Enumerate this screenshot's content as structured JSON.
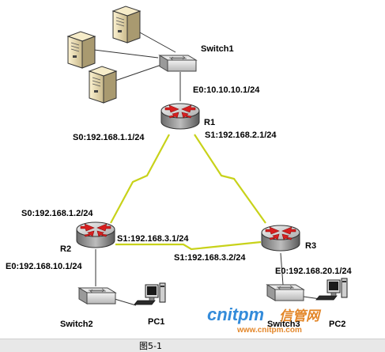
{
  "figure": {
    "caption": "图5-1",
    "watermark": {
      "brand": "cnitpm",
      "brand_cn": "信管网",
      "url": "www.cnitpm.com"
    }
  },
  "devices": {
    "switch1": "Switch1",
    "r1": "R1",
    "r2": "R2",
    "r3": "R3",
    "switch2": "Switch2",
    "switch3": "Switch3",
    "pc1": "PC1",
    "pc2": "PC2"
  },
  "interfaces": {
    "r1_e0": "E0:10.10.10.1/24",
    "r1_s0": "S0:192.168.1.1/24",
    "r1_s1": "S1:192.168.2.1/24",
    "r2_s0": "S0:192.168.1.2/24",
    "r2_s1": "S1:192.168.3.1/24",
    "r2_e0": "E0:192.168.10.1/24",
    "r3_s1": "S1:192.168.3.2/24",
    "r3_e0": "E0:192.168.20.1/24"
  },
  "colors": {
    "serial_link": "#c8d21a",
    "router_face": "#c9c9c9",
    "arrow": "#d81f1f",
    "caption_bar": "#e8e8e8"
  }
}
